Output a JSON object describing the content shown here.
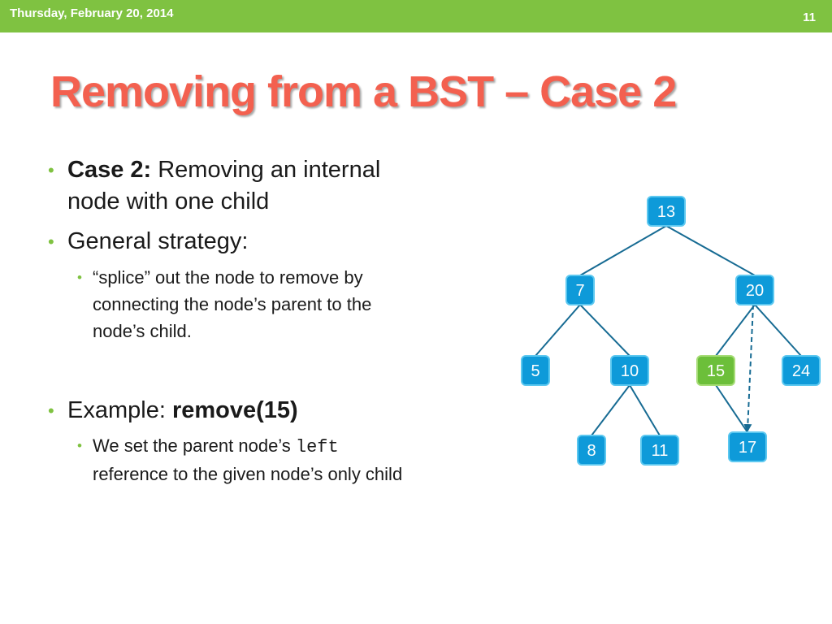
{
  "header": {
    "date": "Thursday, February 20, 2014",
    "slide_number": "11"
  },
  "title": "Removing from a BST – Case 2",
  "bullets": {
    "case_label": "Case 2:",
    "case_line1": " Removing an internal",
    "case_line2": "node with one child",
    "strategy": "General strategy:",
    "splice_line1": "“splice” out the node to remove by",
    "splice_line2": "connecting the node’s parent to the",
    "splice_line3": "node’s child.",
    "example_label": "Example: ",
    "example_call": "remove(15)",
    "parent_line1a": "We set the parent node’s ",
    "parent_code": "left",
    "parent_line2": "reference to the given node’s only child"
  },
  "colors": {
    "accent": "#7fc241",
    "title": "#f3604f",
    "node_fill": "#0e9ad9",
    "node_stroke": "#5cc8f0",
    "edge": "#176b93",
    "highlight_fill": "#6cbf3a",
    "highlight_stroke": "#a6dc76"
  },
  "tree": {
    "nodes": [
      {
        "id": "n13",
        "label": "13"
      },
      {
        "id": "n7",
        "label": "7"
      },
      {
        "id": "n20",
        "label": "20"
      },
      {
        "id": "n5",
        "label": "5"
      },
      {
        "id": "n10",
        "label": "10"
      },
      {
        "id": "n15",
        "label": "15",
        "highlight": true
      },
      {
        "id": "n24",
        "label": "24"
      },
      {
        "id": "n8",
        "label": "8"
      },
      {
        "id": "n11",
        "label": "11"
      },
      {
        "id": "n17",
        "label": "17"
      }
    ],
    "edges": [
      {
        "from": "n13",
        "to": "n7"
      },
      {
        "from": "n13",
        "to": "n20"
      },
      {
        "from": "n7",
        "to": "n5"
      },
      {
        "from": "n7",
        "to": "n10"
      },
      {
        "from": "n20",
        "to": "n15"
      },
      {
        "from": "n20",
        "to": "n24"
      },
      {
        "from": "n10",
        "to": "n8"
      },
      {
        "from": "n10",
        "to": "n11"
      },
      {
        "from": "n15",
        "to": "n17"
      },
      {
        "from": "n20",
        "to": "n17",
        "dashed": true
      }
    ]
  }
}
